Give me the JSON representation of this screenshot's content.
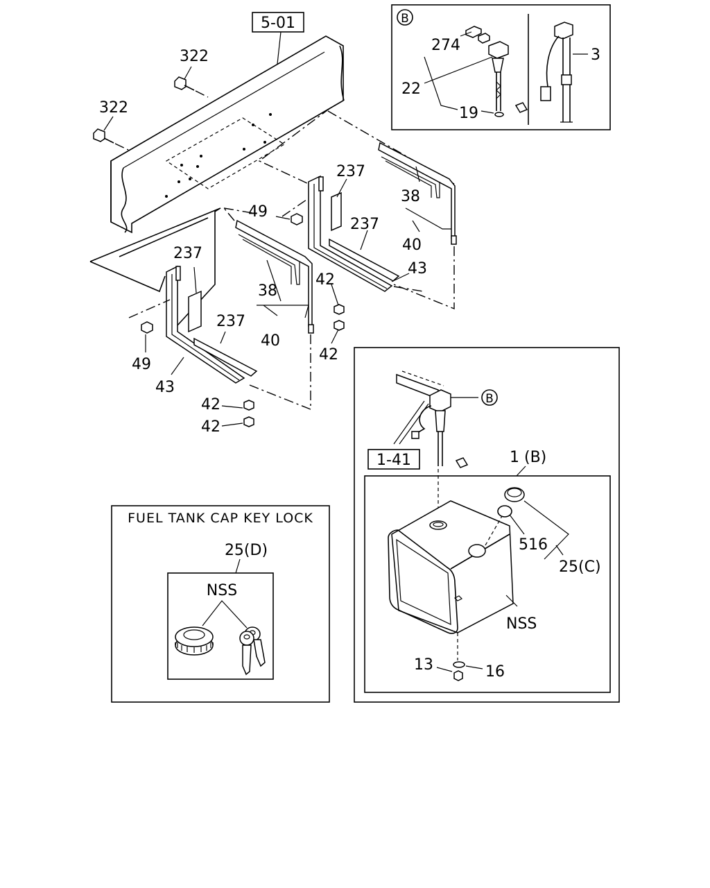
{
  "refs": {
    "frame_ref": "5-01",
    "harness_ref": "1-41",
    "detail_marker": "B"
  },
  "labels": {
    "l322a": "322",
    "l322b": "322",
    "l274": "274",
    "l22": "22",
    "l19": "19",
    "l3": "3",
    "l237a": "237",
    "l237b": "237",
    "l237c": "237",
    "l237d": "237",
    "l38a": "38",
    "l38b": "38",
    "l40a": "40",
    "l40b": "40",
    "l49a": "49",
    "l49b": "49",
    "l42a": "42",
    "l42b": "42",
    "l42c": "42",
    "l42d": "42",
    "l43a": "43",
    "l43b": "43",
    "l1b": "1 (B)",
    "l516": "516",
    "l25c": "25(C)",
    "lnss_tank": "NSS",
    "l13": "13",
    "l16": "16"
  },
  "keylock": {
    "title": "FUEL TANK CAP KEY LOCK",
    "part_no": "25(D)",
    "nss": "NSS"
  }
}
